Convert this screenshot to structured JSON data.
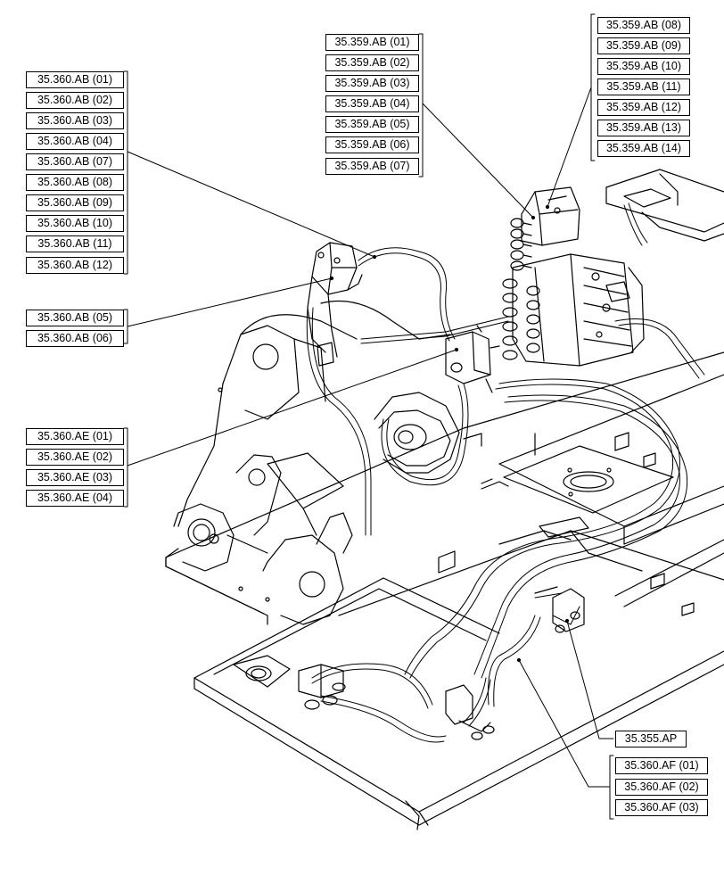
{
  "diagram": {
    "callout_groups": [
      {
        "id": "ab-upper-left",
        "labels": [
          "35.360.AB (01)",
          "35.360.AB (02)",
          "35.360.AB (03)",
          "35.360.AB (04)",
          "35.360.AB (07)",
          "35.360.AB (08)",
          "35.360.AB (09)",
          "35.360.AB (10)",
          "35.360.AB (11)",
          "35.360.AB (12)"
        ]
      },
      {
        "id": "ab-middle-left",
        "labels": [
          "35.360.AB (05)",
          "35.360.AB (06)"
        ]
      },
      {
        "id": "ae-left",
        "labels": [
          "35.360.AE (01)",
          "35.360.AE (02)",
          "35.360.AE (03)",
          "35.360.AE (04)"
        ]
      },
      {
        "id": "359-center",
        "labels": [
          "35.359.AB (01)",
          "35.359.AB (02)",
          "35.359.AB (03)",
          "35.359.AB (04)",
          "35.359.AB (05)",
          "35.359.AB (06)",
          "35.359.AB (07)"
        ]
      },
      {
        "id": "359-right",
        "labels": [
          "35.359.AB (08)",
          "35.359.AB (09)",
          "35.359.AB (10)",
          "35.359.AB (11)",
          "35.359.AB (12)",
          "35.359.AB (13)",
          "35.359.AB (14)"
        ]
      },
      {
        "id": "ap-right",
        "labels": [
          "35.355.AP"
        ]
      },
      {
        "id": "af-right",
        "labels": [
          "35.360.AF (01)",
          "35.360.AF (02)",
          "35.360.AF (03)"
        ]
      }
    ]
  }
}
